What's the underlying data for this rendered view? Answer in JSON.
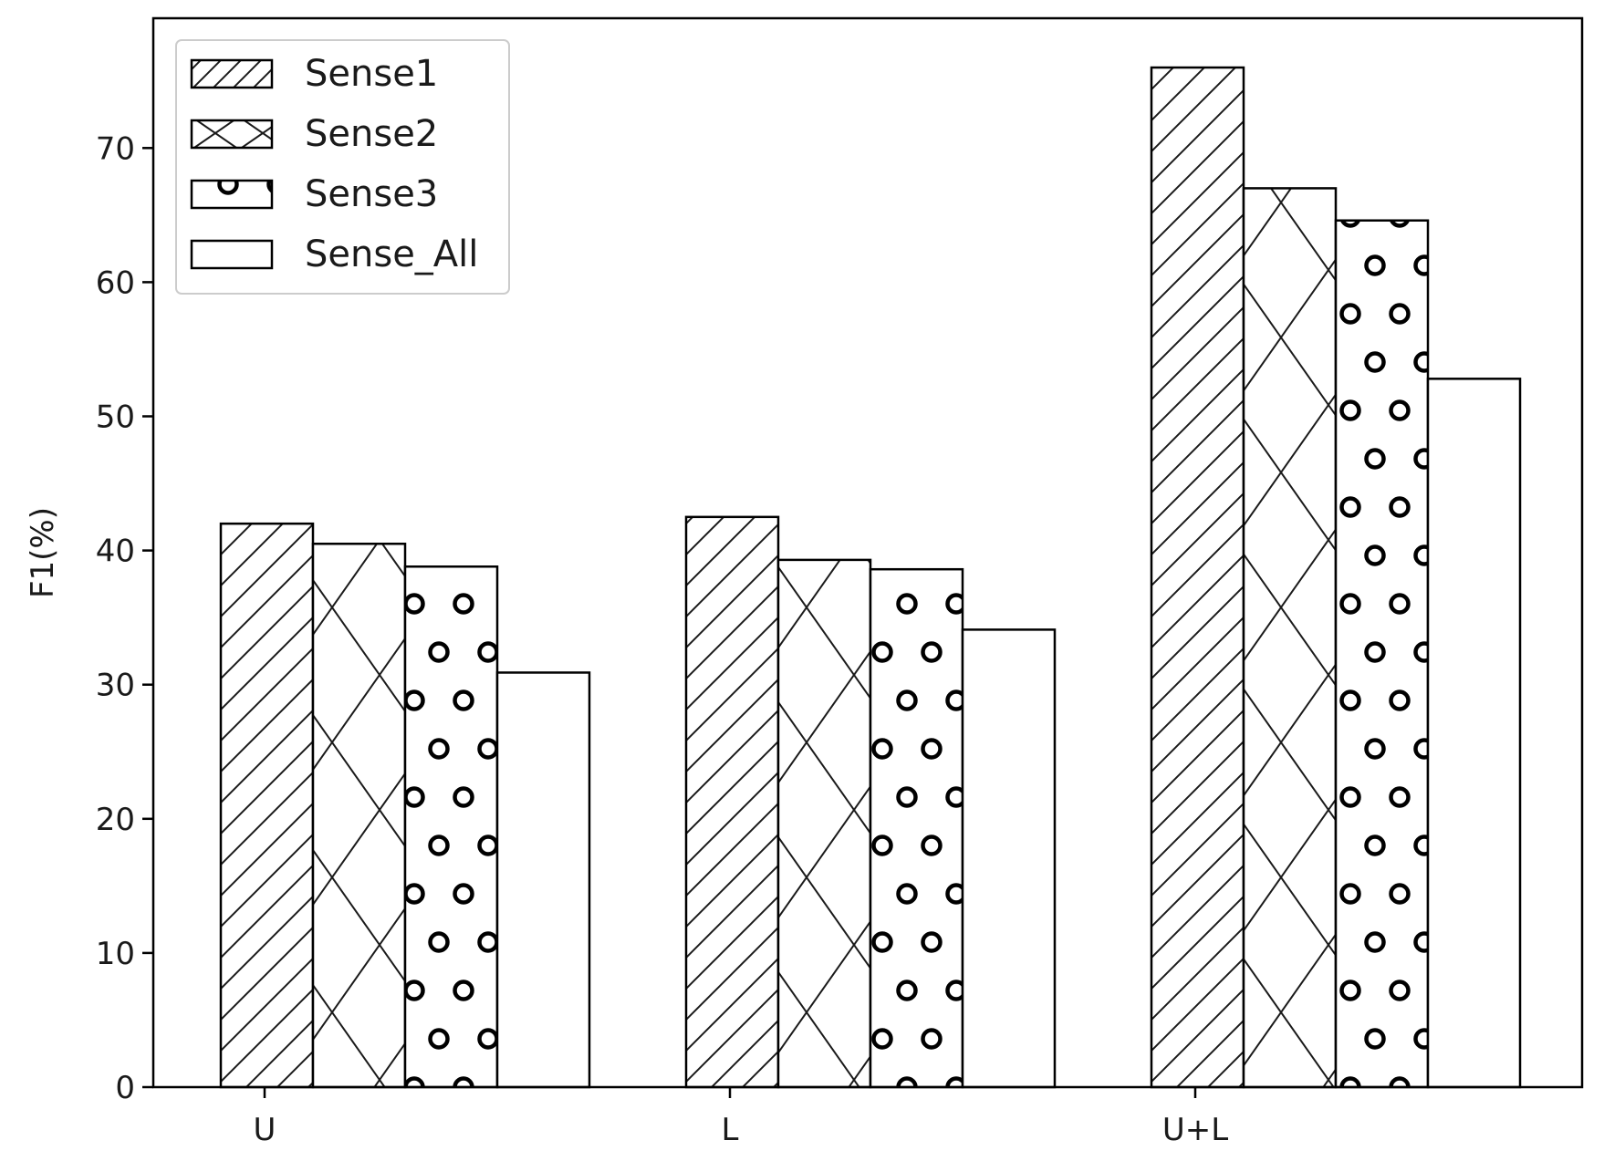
{
  "chart_data": {
    "type": "bar",
    "title": "",
    "xlabel": "",
    "ylabel": "F1(%)",
    "categories": [
      "U",
      "L",
      "U+L"
    ],
    "ylim": [
      0,
      80
    ],
    "yticks": [
      0,
      10,
      20,
      30,
      40,
      50,
      60,
      70
    ],
    "grid": false,
    "legend_position": "top-left",
    "series": [
      {
        "name": "Sense1",
        "pattern": "diagonal-hatch",
        "values": [
          42.0,
          42.5,
          76.0
        ]
      },
      {
        "name": "Sense2",
        "pattern": "cross-hatch",
        "values": [
          40.5,
          39.3,
          67.0
        ]
      },
      {
        "name": "Sense3",
        "pattern": "open-circles",
        "values": [
          38.8,
          38.6,
          64.6
        ]
      },
      {
        "name": "Sense_All",
        "pattern": "none",
        "values": [
          30.9,
          34.1,
          52.8
        ]
      }
    ],
    "colors": {
      "edge": "#000000",
      "fill": "#ffffff",
      "hatch": "#1a1a1a"
    }
  }
}
